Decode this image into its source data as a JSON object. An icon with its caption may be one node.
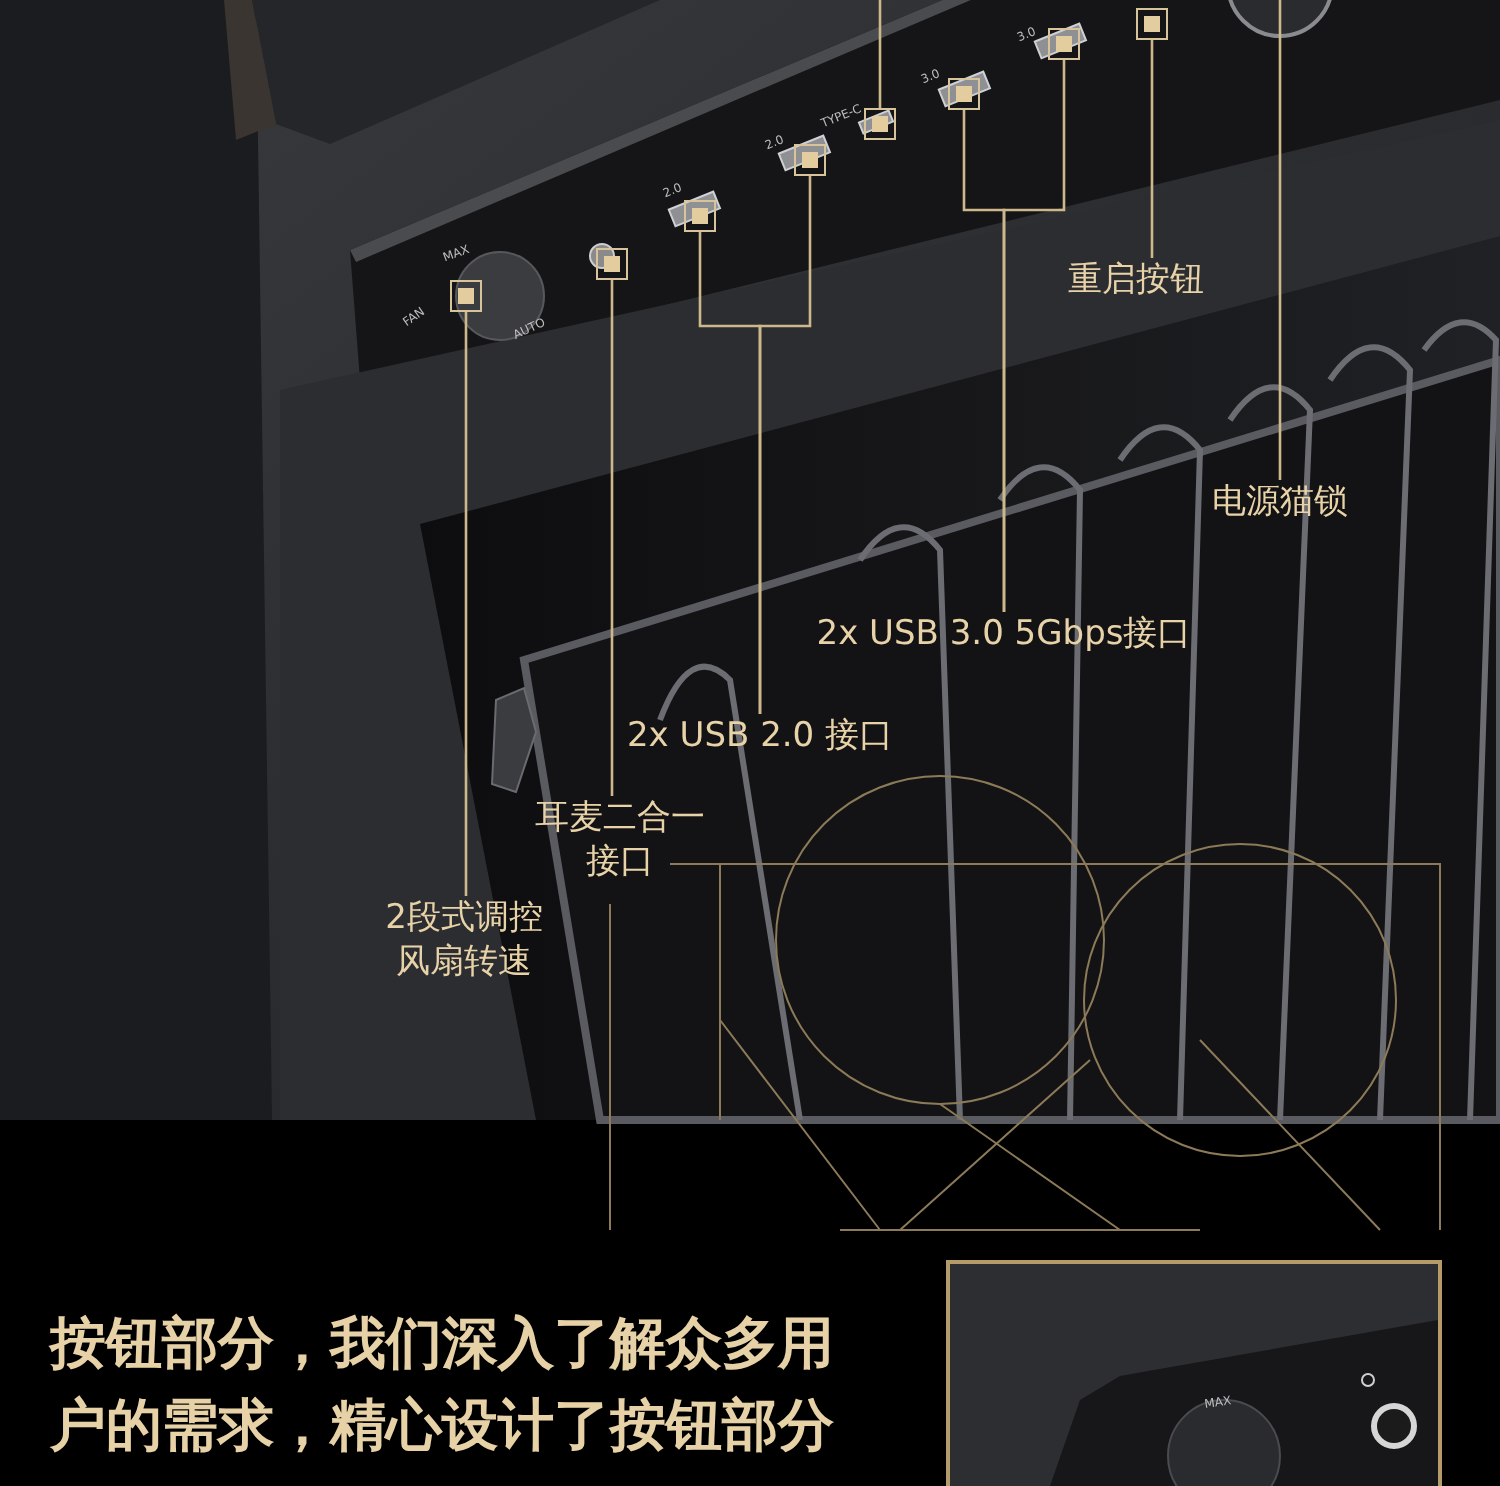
{
  "diagram": {
    "nodes": [
      {
        "text": [
          "2段式调控风扇转速"
        ]
      },
      {
        "text": [
          "耳麦二合一接口"
        ]
      },
      {
        "text": [
          "2x USB 2.0 接口"
        ]
      },
      {
        "text": [
          "2x USB 3.0 5Gbps接口"
        ]
      },
      {
        "text": [
          "重启按钮"
        ]
      },
      {
        "text": [
          "电源猫锁"
        ]
      },
      {
        "text": [],
        "shape": "box"
      },
      {
        "text": [],
        "shape": "box"
      },
      {
        "text": [],
        "shape": "box"
      },
      {
        "text": [],
        "shape": "box"
      },
      {
        "text": [],
        "shape": "box"
      },
      {
        "text": [],
        "shape": "box"
      },
      {
        "text": [],
        "shape": "box"
      },
      {
        "text": [],
        "shape": "box"
      }
    ],
    "edges": [
      {
        "from": 0,
        "to": 6,
        "arrow": "none"
      },
      {
        "from": 1,
        "to": 7,
        "arrow": "none"
      },
      {
        "from": 2,
        "to": 8,
        "arrow": "none"
      },
      {
        "from": 2,
        "to": 9,
        "arrow": "none"
      },
      {
        "from": 3,
        "to": 11,
        "arrow": "none"
      },
      {
        "from": 3,
        "to": 12,
        "arrow": "none"
      },
      {
        "from": 4,
        "to": 13,
        "arrow": "none"
      },
      {
        "from": 5,
        "to": null,
        "arrow": "none"
      },
      {
        "from": 10,
        "to": null,
        "arrow": "none"
      }
    ],
    "labels": [
      "MAX",
      "FAN",
      "AUTO",
      "2.0",
      "2.0",
      "TYPE-C",
      "3.0",
      "3.0",
      "按钮部分，我们深入了解众多用户的需求，精心设计了按钮部分",
      "MAX"
    ]
  }
}
